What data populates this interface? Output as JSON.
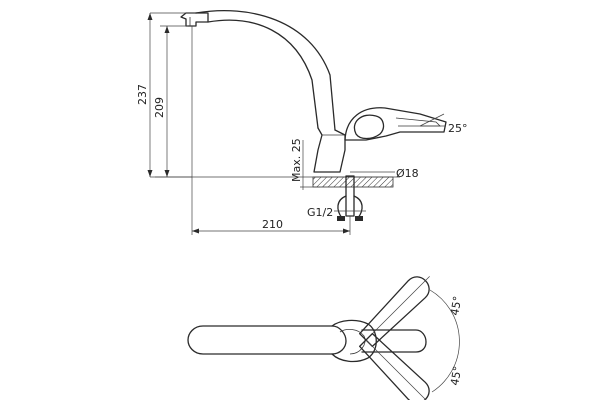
{
  "dimensions": {
    "height_total": "237",
    "height_spout": "209",
    "reach": "210",
    "max_thickness": "Max. 25",
    "hole_diameter": "Ø18",
    "thread": "G1/2",
    "handle_tilt": "25°",
    "swivel_left": "45°",
    "swivel_right": "45°"
  }
}
